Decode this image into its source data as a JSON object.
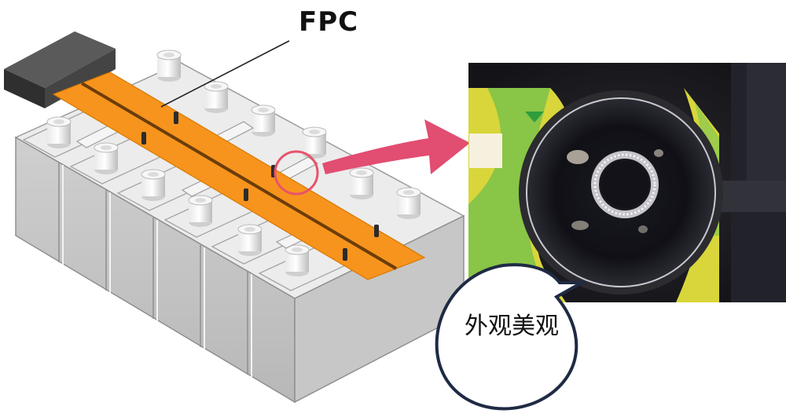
{
  "diagram": {
    "fpc_label": "FPC",
    "callout_text": "外观美观"
  },
  "colors": {
    "fpc_orange": "#f7941d",
    "cell_gray": "#d9d9d9",
    "connector_dark": "#3a3a3a",
    "highlight_circle": "#e8536b",
    "arrow_pink": "#e24d72",
    "pcb_green": "#7bc24a",
    "pcb_yellow": "#d8d63a",
    "photo_dark": "#1b1b22"
  },
  "icons": [
    "battery-module-illustration",
    "magnified-weld-photo",
    "pointer-arrow",
    "speech-bubble"
  ]
}
